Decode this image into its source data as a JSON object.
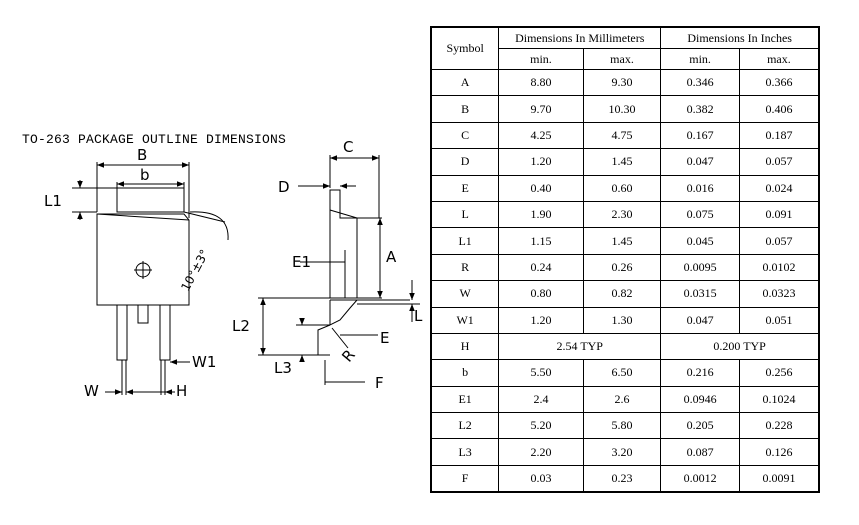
{
  "diagram": {
    "title": "TO-263 PACKAGE OUTLINE DIMENSIONS",
    "labels": {
      "B": "B",
      "b": "b",
      "L1": "L1",
      "angle": "10°±3°",
      "W1": "W1",
      "W": "W",
      "H": "H",
      "C": "C",
      "D": "D",
      "E1": "E1",
      "A": "A",
      "L": "L",
      "L2": "L2",
      "E": "E",
      "L3": "L3",
      "R": "R",
      "F": "F"
    }
  },
  "table": {
    "header_symbol": "Symbol",
    "header_mm": "Dimensions  In Millimeters",
    "header_in": "Dimensions  In Inches",
    "sub": [
      "min.",
      "max.",
      "min.",
      "max."
    ],
    "rows": [
      {
        "sym": "A",
        "mm_min": "8.80",
        "mm_max": "9.30",
        "in_min": "0.346",
        "in_max": "0.366"
      },
      {
        "sym": "B",
        "mm_min": "9.70",
        "mm_max": "10.30",
        "in_min": "0.382",
        "in_max": "0.406"
      },
      {
        "sym": "C",
        "mm_min": "4.25",
        "mm_max": "4.75",
        "in_min": "0.167",
        "in_max": "0.187"
      },
      {
        "sym": "D",
        "mm_min": "1.20",
        "mm_max": "1.45",
        "in_min": "0.047",
        "in_max": "0.057"
      },
      {
        "sym": "E",
        "mm_min": "0.40",
        "mm_max": "0.60",
        "in_min": "0.016",
        "in_max": "0.024"
      },
      {
        "sym": "L",
        "mm_min": "1.90",
        "mm_max": "2.30",
        "in_min": "0.075",
        "in_max": "0.091"
      },
      {
        "sym": "L1",
        "mm_min": "1.15",
        "mm_max": "1.45",
        "in_min": "0.045",
        "in_max": "0.057"
      },
      {
        "sym": "R",
        "mm_min": "0.24",
        "mm_max": "0.26",
        "in_min": "0.0095",
        "in_max": "0.0102"
      },
      {
        "sym": "W",
        "mm_min": "0.80",
        "mm_max": "0.82",
        "in_min": "0.0315",
        "in_max": "0.0323"
      },
      {
        "sym": "W1",
        "mm_min": "1.20",
        "mm_max": "1.30",
        "in_min": "0.047",
        "in_max": "0.051"
      },
      {
        "sym": "H",
        "mm_typ": "2.54 TYP",
        "in_typ": "0.200 TYP"
      },
      {
        "sym": "b",
        "mm_min": "5.50",
        "mm_max": "6.50",
        "in_min": "0.216",
        "in_max": "0.256"
      },
      {
        "sym": "E1",
        "mm_min": "2.4",
        "mm_max": "2.6",
        "in_min": "0.0946",
        "in_max": "0.1024"
      },
      {
        "sym": "L2",
        "mm_min": "5.20",
        "mm_max": "5.80",
        "in_min": "0.205",
        "in_max": "0.228"
      },
      {
        "sym": "L3",
        "mm_min": "2.20",
        "mm_max": "3.20",
        "in_min": "0.087",
        "in_max": "0.126"
      },
      {
        "sym": "F",
        "mm_min": "0.03",
        "mm_max": "0.23",
        "in_min": "0.0012",
        "in_max": "0.0091"
      }
    ]
  }
}
